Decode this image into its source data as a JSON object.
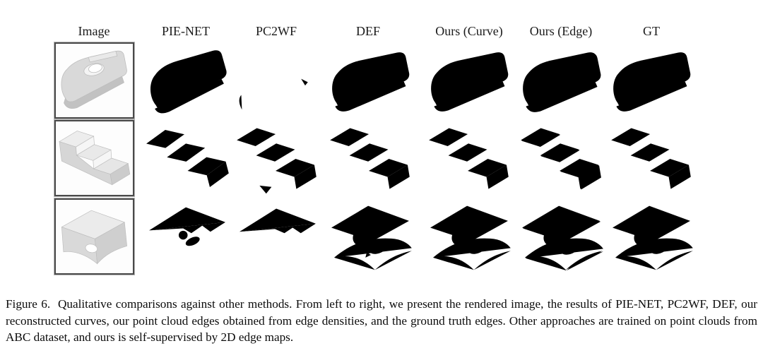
{
  "figure": {
    "columns": [
      "Image",
      "PIE-NET",
      "PC2WF",
      "DEF",
      "Ours (Curve)",
      "Ours (Edge)",
      "GT"
    ],
    "rows": 3
  },
  "caption": {
    "label": "Figure 6.",
    "body": "Qualitative comparisons against other methods.  From left to right, we present the rendered image, the results of PIE-NET, PC2WF, DEF, our reconstructed curves, our point cloud edges obtained from edge densities, and the ground truth edges. Other approaches are trained on point clouds from ABC dataset, and ours is self-supervised by 2D edge maps."
  },
  "colors": {
    "wireframe_red": "#c7463a",
    "gt_green": "#3e8e44",
    "edge_dark": "#3f3f3f",
    "edge_light": "#a8a8a8",
    "render_border": "#4a4a4a"
  }
}
